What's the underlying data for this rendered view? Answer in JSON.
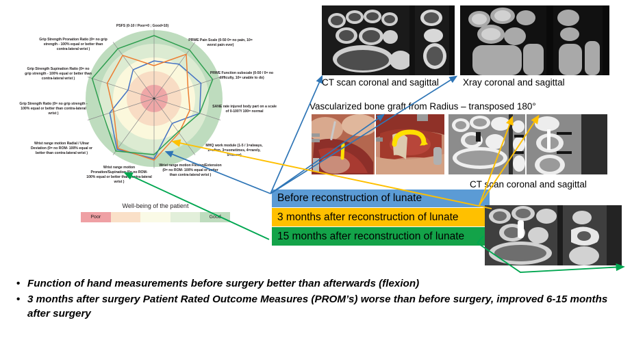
{
  "slide": {
    "title_present": false
  },
  "chart_data": {
    "type": "radar",
    "title": "",
    "axes": [
      "PSFS (0-10 / Poor=0 ; Good=10)",
      "PRWE Pain Scale (0-50 0= no pain, 10= worst pain ever)",
      "PRWE Function subscale (0-50 / 0= no difficulty, 10= unable to do)",
      "SANE rate injured body part on a scale of 0-100?/ 100= normal",
      "MHQ work module (1-5 / 1=always, 2=often, 3=sometimes, 4=rarely, 5=never)",
      "Wrist range motion Flexion/Extension (0= no ROM- 100% equal or better than contra-lateral wrist )",
      "Wrist range motion Pronation/Supination (0= no ROM- 100% equal or better than contra-lateral wrist )",
      "Wrist range motion Radial / Ulnar Deviation (0= no ROM- 100% equal or better than contra-lateral wrist )",
      "Grip Strength Ratio (0= no grip strength - 100% equal or better than contra-lateral wrist )",
      "Grip Strength Supination Ratio (0= no grip strength - 100% equal or better than contra-lateral wrist )",
      "Grip Strength Pronation Ratio (0= no grip strength - 100% equal or better than contra-lateral wrist )"
    ],
    "axis_count": 10,
    "rmax": 100,
    "grid": true,
    "legend_position": "external-color-bars",
    "series": [
      {
        "name": "Before reconstruction of lunate",
        "color": "#4472C4",
        "values": [
          55,
          62,
          72,
          70,
          45,
          88,
          92,
          68,
          40,
          52
        ]
      },
      {
        "name": "3 months after reconstruction of lunate",
        "color": "#ED7D31",
        "values": [
          48,
          80,
          52,
          55,
          62,
          90,
          90,
          62,
          72,
          78
        ]
      },
      {
        "name": "15 months after reconstruction of lunate",
        "color": "#2E9E4F",
        "values": [
          92,
          88,
          90,
          70,
          60,
          82,
          95,
          78,
          95,
          90
        ]
      }
    ],
    "background_rings": [
      {
        "label": "Poor",
        "color": "#EFA7A7"
      },
      {
        "label": "",
        "color": "#F8DCC4"
      },
      {
        "label": "",
        "color": "#FBF8DC"
      },
      {
        "label": "",
        "color": "#DCEBD2"
      },
      {
        "label": "Good",
        "color": "#BEDCBE"
      }
    ]
  },
  "wellbeing_legend": {
    "title": "Well-being of the patient",
    "poor_label": "Poor",
    "good_label": "Good",
    "swatches": [
      "#EFA0A4",
      "#FAE0C8",
      "#FAFAE0",
      "#E2EFDA",
      "#BEDCBE"
    ]
  },
  "category_bars": [
    {
      "id": "before",
      "label": "Before reconstruction of lunate",
      "color": "#5B9BD5"
    },
    {
      "id": "3months",
      "label": "3 months after reconstruction of lunate",
      "color": "#FFC000"
    },
    {
      "id": "15months",
      "label": "15 months after reconstruction of lunate",
      "color": "#13A349"
    }
  ],
  "captions": {
    "ct_top": "CT scan coronal and sagittal",
    "xray_top": "Xray coronal and sagittal",
    "graft_heading": "Vascularized bone graft from Radius – transposed 180°",
    "ct_mid": "CT scan coronal and sagittal"
  },
  "images": {
    "ct_coronal_sagittal_pre": "ct-scan-wrist-preop",
    "xray_coronal_sagittal_pre": "xray-wrist-preop",
    "surgery_photo_1": "intraoperative-photo-radius-graft",
    "surgery_photo_2": "intraoperative-photo-graft-transposed",
    "ct_coronal_sagittal_mid": "ct-scan-wrist-3months",
    "ct_coronal_sagittal_late": "ct-scan-wrist-15months"
  },
  "bullets": [
    "Function of hand measurements before surgery better than afterwards (flexion)",
    "3 months after surgery Patient Rated Outcome Measures (PROM’s) worse than before surgery, improved 6-15 months after surgery"
  ],
  "arrow_colors": {
    "blue": "#2E75B6",
    "orange": "#FFC000",
    "green": "#00A650"
  }
}
